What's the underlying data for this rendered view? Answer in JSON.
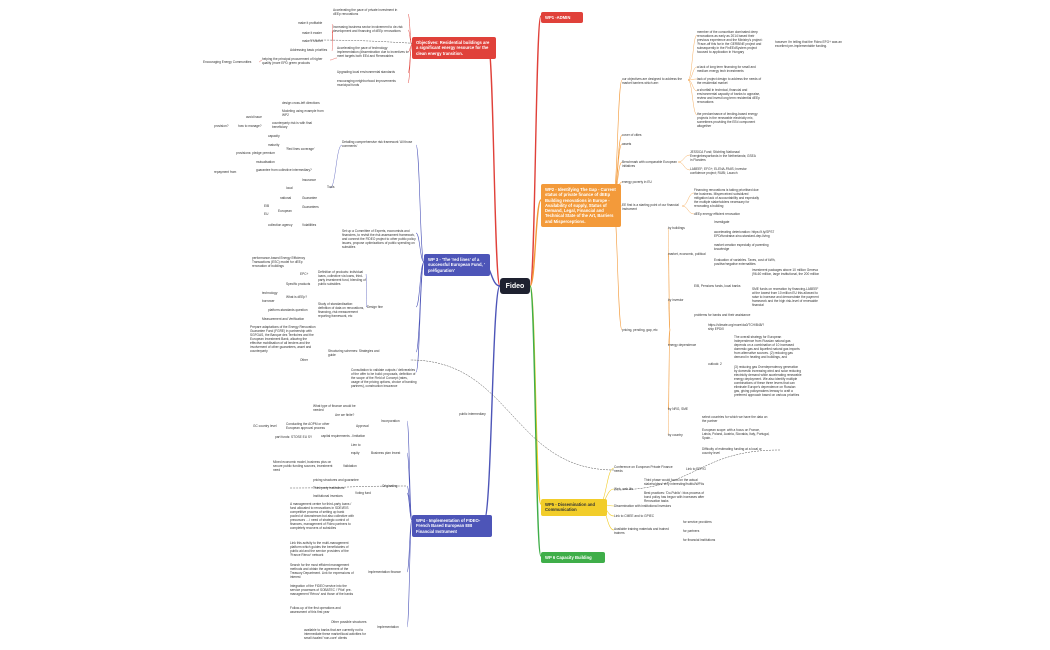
{
  "center": "Fideo",
  "colors": {
    "red": "#e0413a",
    "orange": "#f39a3a",
    "purple": "#4d55b8",
    "yellow": "#f2cd2a",
    "green": "#3fae49",
    "dark": "#1e2130"
  },
  "objectives": {
    "title": "Objectives: Residential buildings are a significant energy resource for the clean energy transition.",
    "items": [
      "Accelerating the pace of private investment in dEEp renovations",
      "Increasing business sector involvement to de-risk development and financing of dEEp renovations",
      "Accelerating the pace of technology implementation (dissemination due to incentives to meet targets both EEd and Renewables",
      "Upgrading local environmental standards",
      "encouraging neighborhood improvements municipal funds"
    ],
    "left_items": [
      "make it profitable",
      "make it easier",
      "make it shorter",
      "Addressing basic priorities"
    ],
    "far_left": "Encouraging Energy Communities",
    "helping": "helping the principal procurement of higher quality (more EPD green products"
  },
  "wp1": {
    "title": "WP1 -ADMIN"
  },
  "wp2": {
    "title": "WP2 - Identifying The Gap - Current status of private finance of dEEp Building renovations in Europe - Availability of supply, Status of Demand, Legal, Financial and Technical State of the Art, Barriers and Misperceptions.",
    "objectives_label": "our objectives are designed to address the market barriers which are:",
    "barriers": [
      "member of the consortium dominated deep renovations as early as 2014 based their previous experience and the Ministry's project: 'Frace-off this far in the GERBINE project and subsequently in the FinEEdSystem project focused to application in Hungary",
      "a lack of long term financing for small and medium energy tech investments",
      "lack of project design to address the needs of the residential market",
      "a shortfall in technical, financial and environmental capacity of banks to appraise, review and invest long term residential dEEp renovations",
      "the predominance of lending-based energy projects in the renewable electricity mix, sometimes providing the EEd component altogether"
    ],
    "note_right": "however I'm telling that the Fideo EFG+ was an excellent pre-implementable funding.",
    "cover": "cover of cities",
    "assets": "assets",
    "benchmark_label": "Benchmark with comparable European initiatives",
    "benchmarks": [
      "JESSICA Fund; Stichting Nationaal Energiebesparfonds in the Netherlands; GSEA in Flanders",
      "LABEEF; EFG+; ELENA-PAIIS; Investor confidence project; RUBI; Launch"
    ],
    "energy_poverty": "energy poverty in EU",
    "level_label": "EE first is a starting point of our financial instrument",
    "level_items": [
      "Financing renovations is taking prioritised due the business. Misperceived subsidized mitigation lack of accountability and especially the multiple stakeholders necessary for renovating a building",
      "dEEp energy efficient renovation"
    ],
    "pricing_label": "pricing, pending, gap, etc",
    "by_buildings": "by buildings",
    "by_buildings_items": [
      "Investigate",
      "accelerating deterioration: https://t.ly/SPS7 EPD/fundraise-sino-standard-dep-living"
    ],
    "market_label": "market, economic, political",
    "market_items": [
      "market creation especially of parenting knowledge",
      "Evaluation of variables. Taxes, cost of kWh, positive/negative externalities"
    ],
    "by_investor": "by investor",
    "investor_items": [
      "EIB, Pensions funds, local banks",
      "investment packages above 10 million Geneva (96-60 million, large institutional, the 200 million",
      "SME funds on recreation by financing-LABEEF at the lowest from 10 million EU this allowed to raise to increase and demonstrate the payment framework and the high risk-level of renewable financial",
      "problems for banks and their assistance"
    ],
    "dependence": "energy dependence",
    "dependence_link": "https://climate.org/more/da0/TCH/B48/?ship EPD/0",
    "outlook": "outlook: 2",
    "outlook_items": [
      "The overall strategy for European Independence from Russian natural gas depends on a combination of 10 increased domestic gas and liquefied natural gas imports from alternative sources. (2) reducing gas demand in heating and buildings, and",
      "(3) reducing gas Overdependency generation by domestic increasing wind and solar reducing electricity demand while accelerating renewable energy deployment. We also identify multiple combinations of these three levers that can eliminate Europe's dependence on Russian gas, giving policymakers leeway to craft a preferred approach based on various priorities"
    ],
    "by_nrg": "by NRG, SME",
    "by_country": "by country",
    "country_items": [
      "select countries for which we have the data on the partner",
      "European scope: with a focus on France, Latvia, Poland, Austria, Slovakia, Italy, Portugal, Spain...",
      "Difficulty of estimating funding at a local or country level"
    ]
  },
  "wp3": {
    "title": "WP 3 - 'The 'red lines' of a successful European Fund, ' préfiguration'",
    "framework": "Detailing comprehensive risk framework 'All those comments'",
    "framework_items": [
      "design cross-left directions",
      "Modeling using example from WP2",
      "counterparty risk is with final beneficiary",
      "avoid issue",
      "how to manage?",
      "provision?",
      "Tools",
      "capacity",
      "maturity",
      "'Red lines coverage'",
      "provisions: pledge premium",
      "mutualisation",
      "Insurance",
      "guarantee from collective intermediary?",
      "Guarantee",
      "repayment from",
      "Guarantees",
      "Volatilities",
      "local",
      "national",
      "European",
      "EIB",
      "EU",
      "collection agency"
    ],
    "committee": "Set up a Committee of Experts, economists and financiers, to revisit the risk assessment framework, and connect the FIDEO project to other public policy issues, propose optimizations of public spending on subsidies",
    "design_label": "Design fine",
    "definition": "Definition of products: individual loans, collective via loans, third-party investment fund, blending of public subsidies",
    "definition_items": [
      "performance-based Energy Efficiency Transactions (ESC) model for dEEp renovation of buildings",
      "EPC+",
      "Specific products"
    ],
    "study": "Study of standardisation: definition of data on renovations, financing, risk measurement reporting framework, etc",
    "study_items": [
      "technology",
      "borrower",
      "What is dEEp?",
      "platform-standards question",
      "Measurement and Verification"
    ],
    "prepare": "Prepare adaptations of the Energy Renovation Guarantee Fund (FGRE) in partnership with SGFGAS, the Banque des Territoires and the European Investment Bank, allowing the effective mobilisation of all lenders and the involvement of other guarantees, asset and counterparty",
    "structuring": "Structuring schemes: Strategies and guide",
    "other": "Other",
    "consultation": "Consultation to validate outputs / deliverables of the offer to be build: proposals, definition of the scope of the Field of Concept (rates, usage of the pricing options, choice of banking partners), construction insurance",
    "public": "public intermediary"
  },
  "wp4": {
    "title": "WP4 - Implementation of FIDEO-French Based European EIB Financial Instrument",
    "incorporation": "Incorporation",
    "incorporation_items": [
      "What type of finance would be needed",
      "Are we finite?",
      "Conducting the AOPM or other European approval process",
      "Approval",
      "GC country level",
      "capital requirements - limitation",
      "part funds: STOSE EU SY"
    ],
    "business": "Business plan Invest",
    "business_items": [
      "Lien to",
      "equity",
      "Mixed economic model, business plus on secure public funding sources, investment need",
      "Validation"
    ],
    "fund": "Voting fund",
    "fund_items": [
      "pricing structures and guarantee",
      "Third-party institutions",
      "Institutional investors"
    ],
    "originating": "Originating",
    "implementation": "Implementation finance",
    "implementation_items": [
      "A management centre for third-party loans / fund allocated to renovations in SDEI/EIS competitive process of setting up bank pooled of downstream but also collective with precursors ... i need of strategic control of finances, management of Fideo partners to completely recovers of subsidies",
      "Link this activity to the multi-management platform which guides the beneficiaries of public aid and the service providers of the 'France Rénov' network",
      "Search for the most efficient management methods and obtain the agreement of the Treasury Department. Link for expressions of interest",
      "Integration of the FIDEO service into the service processes of SOBATEC / 'Pilot' pre-management 'Rénov' and those of the banks",
      "Follow-up of the first operations and assessment of this first year"
    ],
    "other_possible": "Other possible structures",
    "implementation_label": "Implementation",
    "possibility": "available to banks that are currently not to intermediate these market/local activities for small /scaled 'non-core' clients"
  },
  "wp5": {
    "title": "WP5 - Dissemination and Communication",
    "items": [
      "Conference on European Private Finance needs",
      "Link to EEFIG",
      "Third phase would focus on the actual stakeholders' very interesting/fruitful/WP4s",
      "Best practices: 'Do-Public': bios process of bond policy has begun with increases after Renovation tasks",
      "Dissemination with institutional investors",
      "Link to CMEE and to GPIEC",
      "Available training materials and trained trainers",
      "for service providers",
      "for partners",
      "for financial institutions"
    ],
    "web": "Web, web life"
  },
  "wp6": {
    "title": "WP 6 Capacity Building"
  }
}
